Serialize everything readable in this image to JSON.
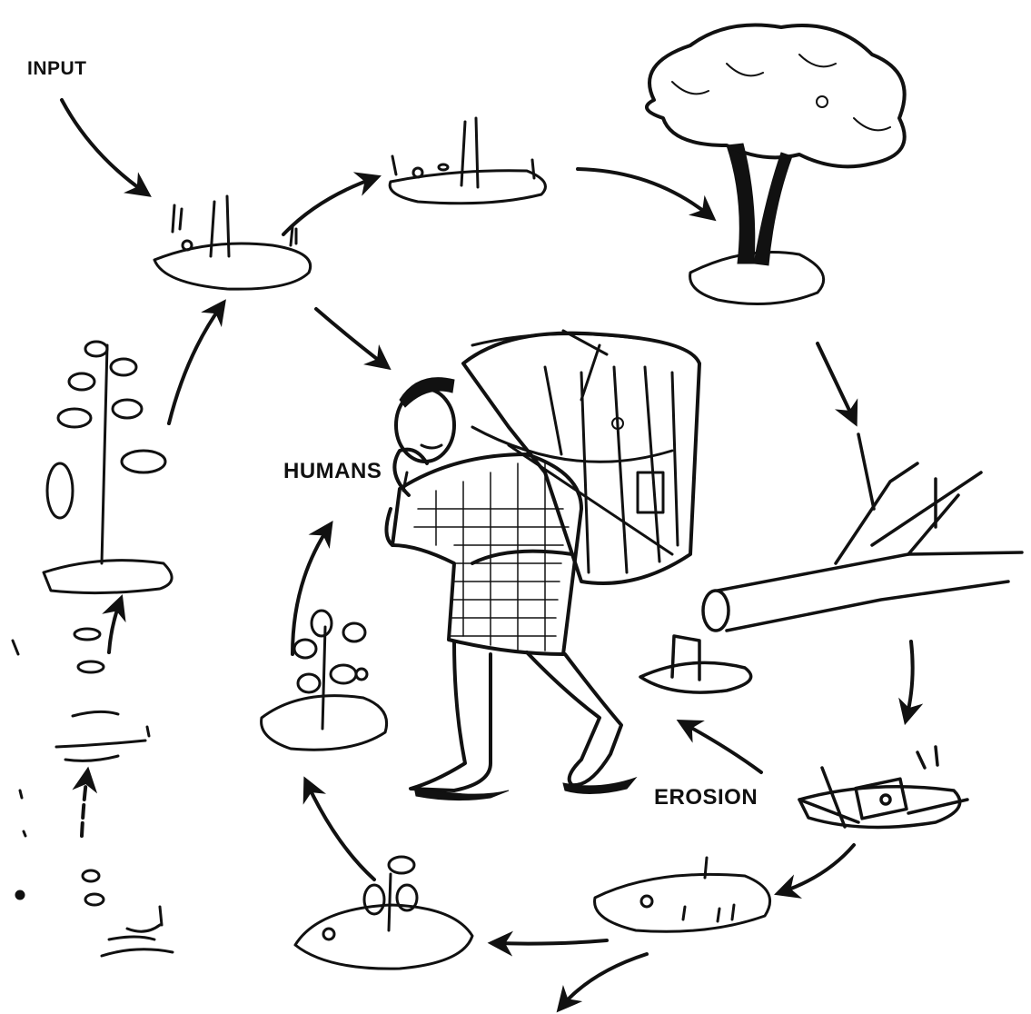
{
  "labels": {
    "input": "INPUT",
    "humans": "HUMANS",
    "erosion": "EROSION"
  },
  "colors": {
    "ink": "#111111",
    "paper": "#ffffff"
  },
  "stages": [
    "stump-with-sprouts",
    "stump-regrowth",
    "mature-tree",
    "felled-tree",
    "burnt-wood",
    "bare-ground",
    "new-seedling",
    "young-sapling",
    "leaf-litter",
    "seeds",
    "tall-sapling"
  ]
}
